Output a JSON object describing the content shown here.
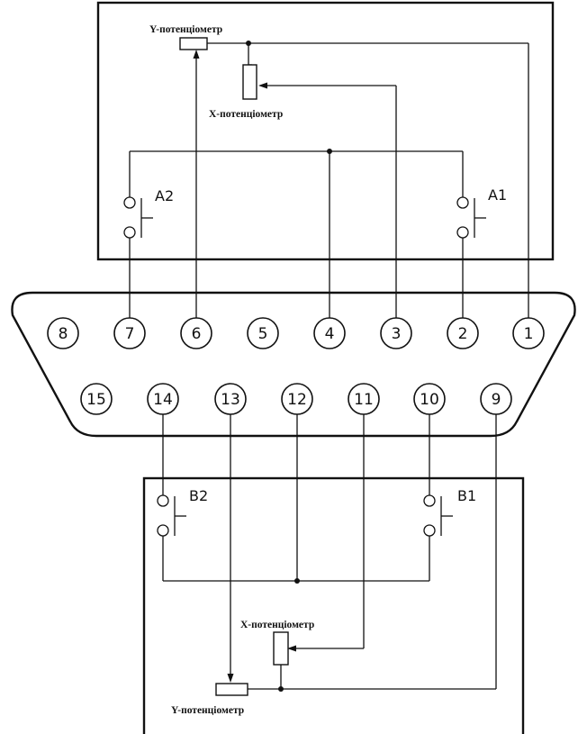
{
  "joystick_a": {
    "y_pot_label": "Y-потенціометр",
    "x_pot_label": "X-потенціометр",
    "button_1_label": "A1",
    "button_2_label": "A2"
  },
  "joystick_b": {
    "y_pot_label": "Y-потенціометр",
    "x_pot_label": "X-потенціометр",
    "button_1_label": "B1",
    "button_2_label": "B2"
  },
  "connector": {
    "top_row_pins": [
      "8",
      "7",
      "6",
      "5",
      "4",
      "3",
      "2",
      "1"
    ],
    "bottom_row_pins": [
      "15",
      "14",
      "13",
      "12",
      "11",
      "10",
      "9"
    ]
  }
}
